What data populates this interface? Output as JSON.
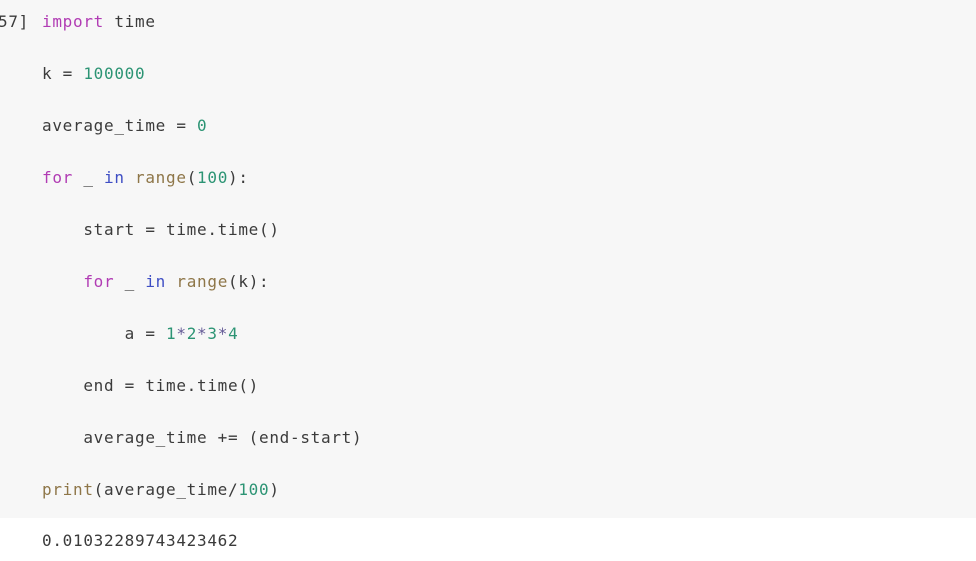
{
  "colors": {
    "bg-cell": "#f7f7f7",
    "bg-output": "#ffffff",
    "fg": "#3b3b3b",
    "kw": "#b13cb4",
    "kw2": "#3e4ec4",
    "num": "#2c9474",
    "bi": "#8e7648",
    "op": "#645a96"
  },
  "cell": {
    "execution_label": "57]",
    "language": "python",
    "code_lines": [
      [
        {
          "t": "import",
          "s": "kw"
        },
        {
          "t": " time",
          "s": "pl"
        }
      ],
      [],
      [
        {
          "t": "k = ",
          "s": "pl"
        },
        {
          "t": "100000",
          "s": "num"
        }
      ],
      [],
      [
        {
          "t": "average_time = ",
          "s": "pl"
        },
        {
          "t": "0",
          "s": "num"
        }
      ],
      [],
      [
        {
          "t": "for",
          "s": "kw"
        },
        {
          "t": " _ ",
          "s": "pl"
        },
        {
          "t": "in",
          "s": "kw2"
        },
        {
          "t": " ",
          "s": "pl"
        },
        {
          "t": "range",
          "s": "bi"
        },
        {
          "t": "(",
          "s": "pl"
        },
        {
          "t": "100",
          "s": "num"
        },
        {
          "t": "):",
          "s": "pl"
        }
      ],
      [],
      [
        {
          "t": "    start = time.time()",
          "s": "pl"
        }
      ],
      [],
      [
        {
          "t": "    ",
          "s": "pl"
        },
        {
          "t": "for",
          "s": "kw"
        },
        {
          "t": " _ ",
          "s": "pl"
        },
        {
          "t": "in",
          "s": "kw2"
        },
        {
          "t": " ",
          "s": "pl"
        },
        {
          "t": "range",
          "s": "bi"
        },
        {
          "t": "(k):",
          "s": "pl"
        }
      ],
      [],
      [
        {
          "t": "        a = ",
          "s": "pl"
        },
        {
          "t": "1",
          "s": "num"
        },
        {
          "t": "*",
          "s": "op"
        },
        {
          "t": "2",
          "s": "num"
        },
        {
          "t": "*",
          "s": "op"
        },
        {
          "t": "3",
          "s": "num"
        },
        {
          "t": "*",
          "s": "op"
        },
        {
          "t": "4",
          "s": "num"
        }
      ],
      [],
      [
        {
          "t": "    end = time.time()",
          "s": "pl"
        }
      ],
      [],
      [
        {
          "t": "    average_time += (end-start)",
          "s": "pl"
        }
      ],
      [],
      [
        {
          "t": "print",
          "s": "bi"
        },
        {
          "t": "(average_time/",
          "s": "pl"
        },
        {
          "t": "100",
          "s": "num"
        },
        {
          "t": ")",
          "s": "pl"
        }
      ]
    ]
  },
  "output": {
    "text": "0.01032289743423462"
  }
}
